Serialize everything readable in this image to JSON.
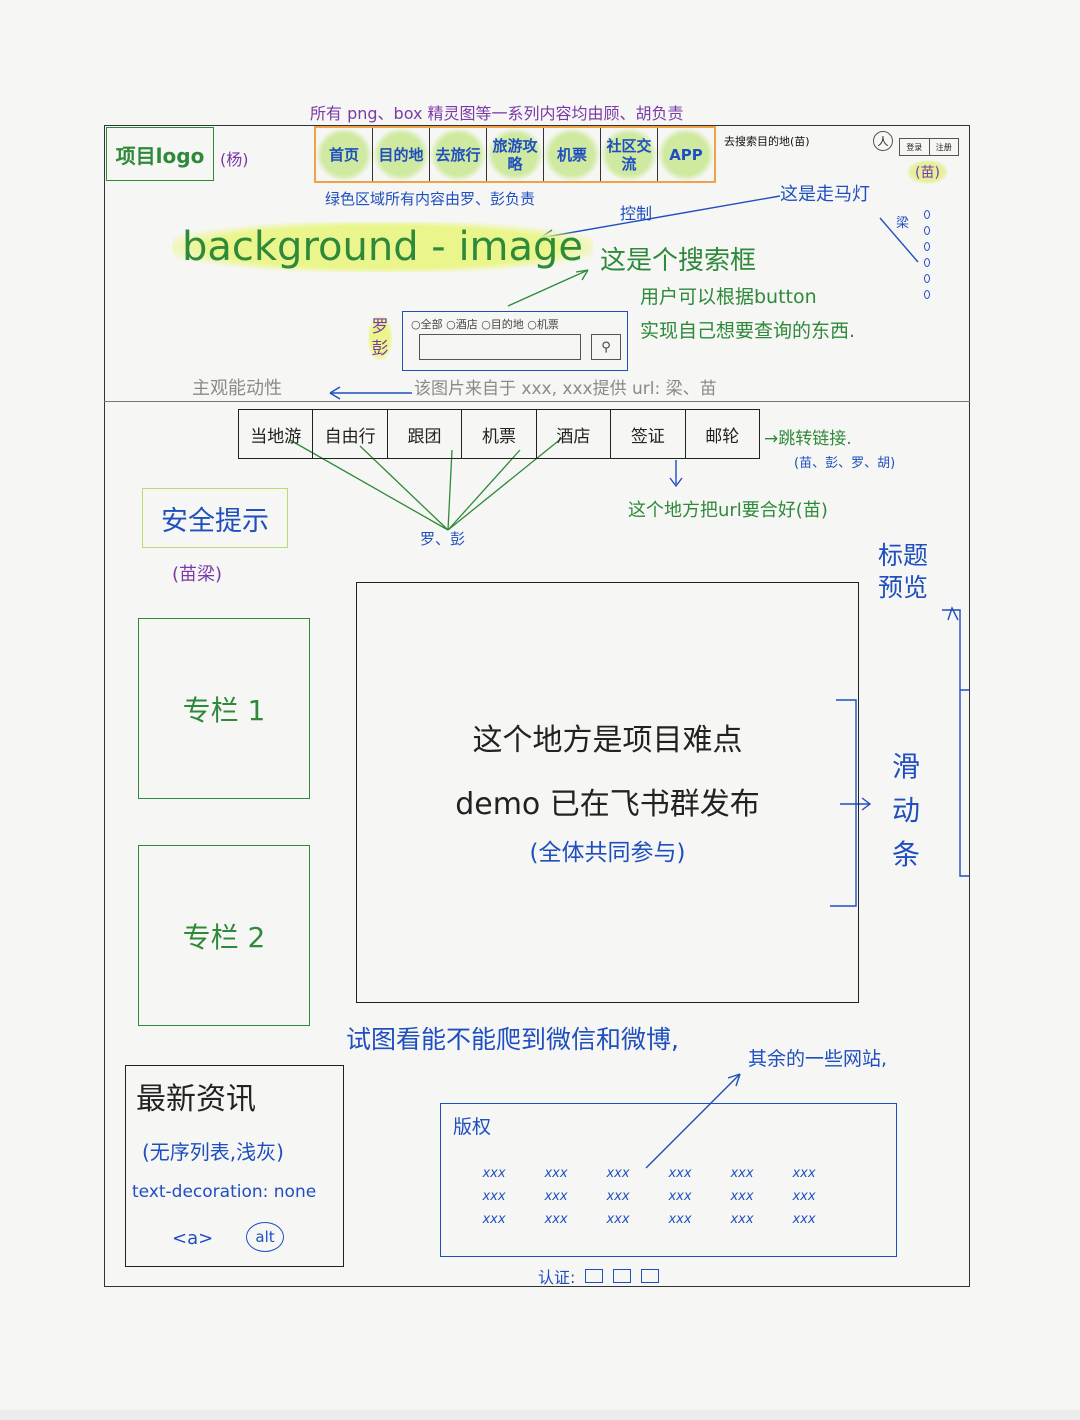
{
  "header": {
    "top_note": "所有 png、box 精灵图等一系列内容均由顾、胡负责",
    "logo_label": "项目logo",
    "logo_note": "(杨)",
    "nav": [
      "首页",
      "目的地",
      "去旅行",
      "旅游攻略",
      "机票",
      "社区交流",
      "APP"
    ],
    "search_small": "去搜索目的地(苗)",
    "avatar_icon": "人",
    "login_labels": [
      "登录",
      "注册"
    ],
    "login_note": "(苗)",
    "green_note": "绿色区域所有内容由罗、彭负责"
  },
  "hero": {
    "control_label": "控制",
    "marquee_label": "这是走马灯",
    "liang_label": "梁",
    "background_label": "background - image",
    "search_title": "这是个搜索框",
    "search_desc": [
      "用户可以根据button",
      "实现自己想要查询的东西."
    ],
    "search_owner": "罗彭",
    "search_radios": "○全部  ○酒店  ○目的地  ○机票",
    "search_button_icon": "search-icon",
    "subjective_label": "主观能动性",
    "source_note": "该图片来自于 xxx, xxx提供 url: 梁、苗"
  },
  "categories": {
    "items": [
      "当地游",
      "自由行",
      "跟团",
      "机票",
      "酒店",
      "签证",
      "邮轮"
    ],
    "jump_label": "→跳转链接.",
    "jump_owners": "(苗、彭、罗、胡)",
    "url_note": "这个地方把url要合好(苗)",
    "owners": "罗、彭"
  },
  "left": {
    "safety_label": "安全提示",
    "safety_note": "(苗梁)",
    "column1": "专栏 1",
    "column2": "专栏 2"
  },
  "center": {
    "line1": "这个地方是项目难点",
    "line2": "demo 已在飞书群发布",
    "line3": "(全体共同参与)"
  },
  "right": {
    "preview_label": "标题预览",
    "slider_label": "滑动条"
  },
  "footer": {
    "wechat_note": "试图看能不能爬到微信和微博,",
    "others_note": "其余的一些网站,",
    "news_title": "最新资讯",
    "news_sub": "(无序列表,浅灰)",
    "news_css": "text-decoration: none",
    "news_tag": "<a>",
    "news_alt": "alt",
    "copyright_title": "版权",
    "copyright_cells": [
      "xxx",
      "xxx",
      "xxx",
      "xxx",
      "xxx",
      "xxx",
      "xxx",
      "xxx",
      "xxx",
      "xxx",
      "xxx",
      "xxx",
      "xxx",
      "xxx",
      "xxx",
      "xxx",
      "xxx",
      "xxx"
    ],
    "cert_label": "认证:"
  },
  "colors": {
    "purple": "#7b3aa8",
    "blue": "#1f4fbf",
    "green": "#2e8a3a",
    "orange": "#f0a24a",
    "highlight": "#eaf68c"
  }
}
